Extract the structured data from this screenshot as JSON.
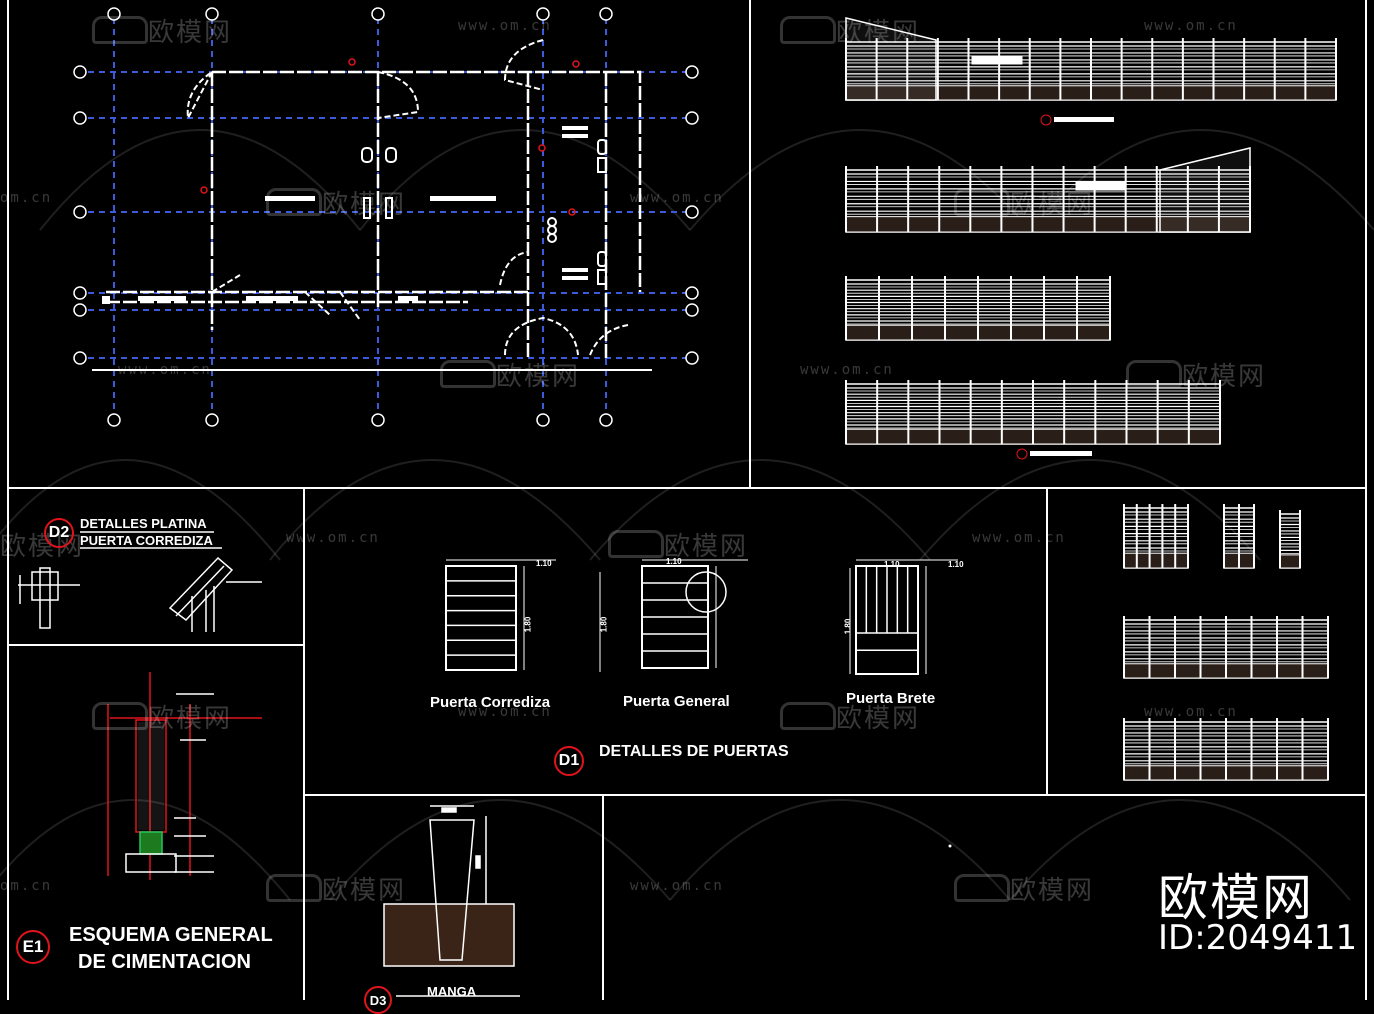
{
  "sheet": {
    "background": "#000000",
    "line_color": "#ffffff",
    "grid_color": "#3b5bdb",
    "accent_red": "#e0141a",
    "accent_green": "#22c55e"
  },
  "detail_d2": {
    "tag": "D2",
    "title_line1": "DETALLES PLATINA",
    "title_line2": "PUERTA CORREDIZA"
  },
  "detail_d1": {
    "tag": "D1",
    "title": "DETALLES DE PUERTAS",
    "doors": [
      {
        "label": "Puerta Corrediza",
        "width": "1.10",
        "height": "1.80"
      },
      {
        "label": "Puerta General",
        "width": "1.10",
        "height": "1.80"
      },
      {
        "label": "Puerta Brete",
        "width_left": "1.10",
        "width_right": "1.10",
        "height": "1.80"
      }
    ]
  },
  "detail_e1": {
    "tag": "E1",
    "title_line1": "ESQUEMA GENERAL",
    "title_line2": "DE CIMENTACION"
  },
  "detail_d3": {
    "tag": "D3",
    "title": "MANGA"
  },
  "watermark": {
    "logo_text": "欧模网",
    "url_text": "www.om.cn",
    "short_text": "om.cn"
  },
  "brand": {
    "name": "欧模网",
    "id": "ID:2049411"
  },
  "icons": [
    "sofa-logo-icon",
    "grid-bubble-icon",
    "door-swing-icon",
    "section-tag-icon"
  ]
}
